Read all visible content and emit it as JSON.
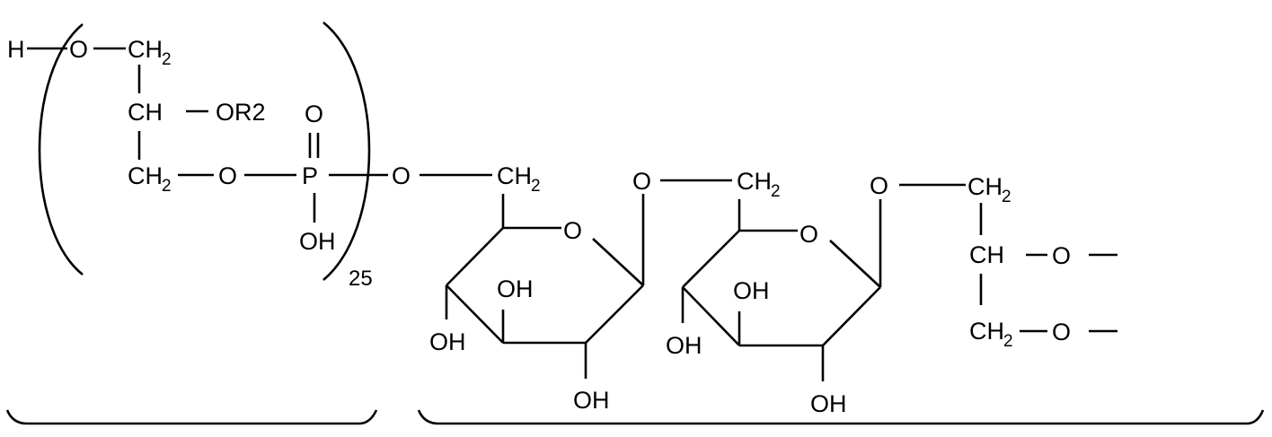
{
  "atoms": {
    "h_terminal": "H",
    "o_chain": "O",
    "ch2": "CH",
    "ch2_sub": "2",
    "ch": "CH",
    "or2": "OR2",
    "o": "O",
    "p": "P",
    "oh": "OH",
    "repeat_count": "25"
  },
  "colors": {
    "ink": "#000000",
    "background": "#ffffff"
  }
}
